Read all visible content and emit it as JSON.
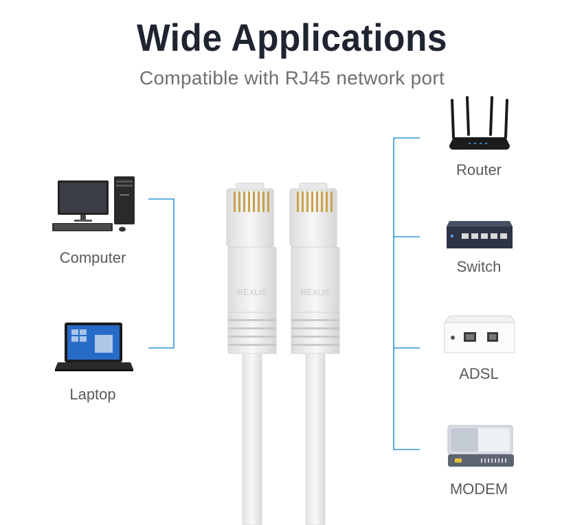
{
  "header": {
    "title": "Wide Applications",
    "subtitle": "Compatible with RJ45 network port"
  },
  "left_devices": [
    {
      "label": "Computer",
      "icon": "desktop-computer-icon"
    },
    {
      "label": "Laptop",
      "icon": "laptop-icon"
    }
  ],
  "right_devices": [
    {
      "label": "Router",
      "icon": "router-icon"
    },
    {
      "label": "Switch",
      "icon": "network-switch-icon"
    },
    {
      "label": "ADSL",
      "icon": "adsl-box-icon"
    },
    {
      "label": "MODEM",
      "icon": "modem-icon"
    }
  ],
  "cable": {
    "connector_text": "REXLIS",
    "color": "#f2f2f2"
  },
  "colors": {
    "connector_line": "#2b95d6",
    "title": "#1f2430",
    "subtitle": "#6f6f6f",
    "label": "#5a5a5a"
  }
}
